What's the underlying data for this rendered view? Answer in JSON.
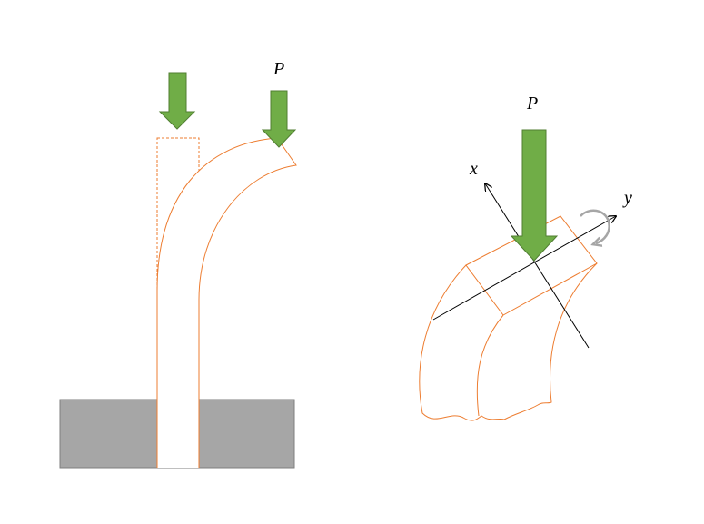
{
  "labels": {
    "force_left": "P",
    "force_right": "P",
    "axis_x": "x",
    "axis_y": "y"
  },
  "colors": {
    "beam_outline": "#ED7D31",
    "arrow_fill": "#70AD47",
    "arrow_stroke": "#507E32",
    "support_fill": "#A6A6A6",
    "support_stroke": "#7F7F7F",
    "moment_arrow": "#A6A6A6",
    "axis_line": "#000000"
  },
  "icons": {
    "load": "down-arrow-icon",
    "moment": "curved-rotation-arrow-icon"
  }
}
